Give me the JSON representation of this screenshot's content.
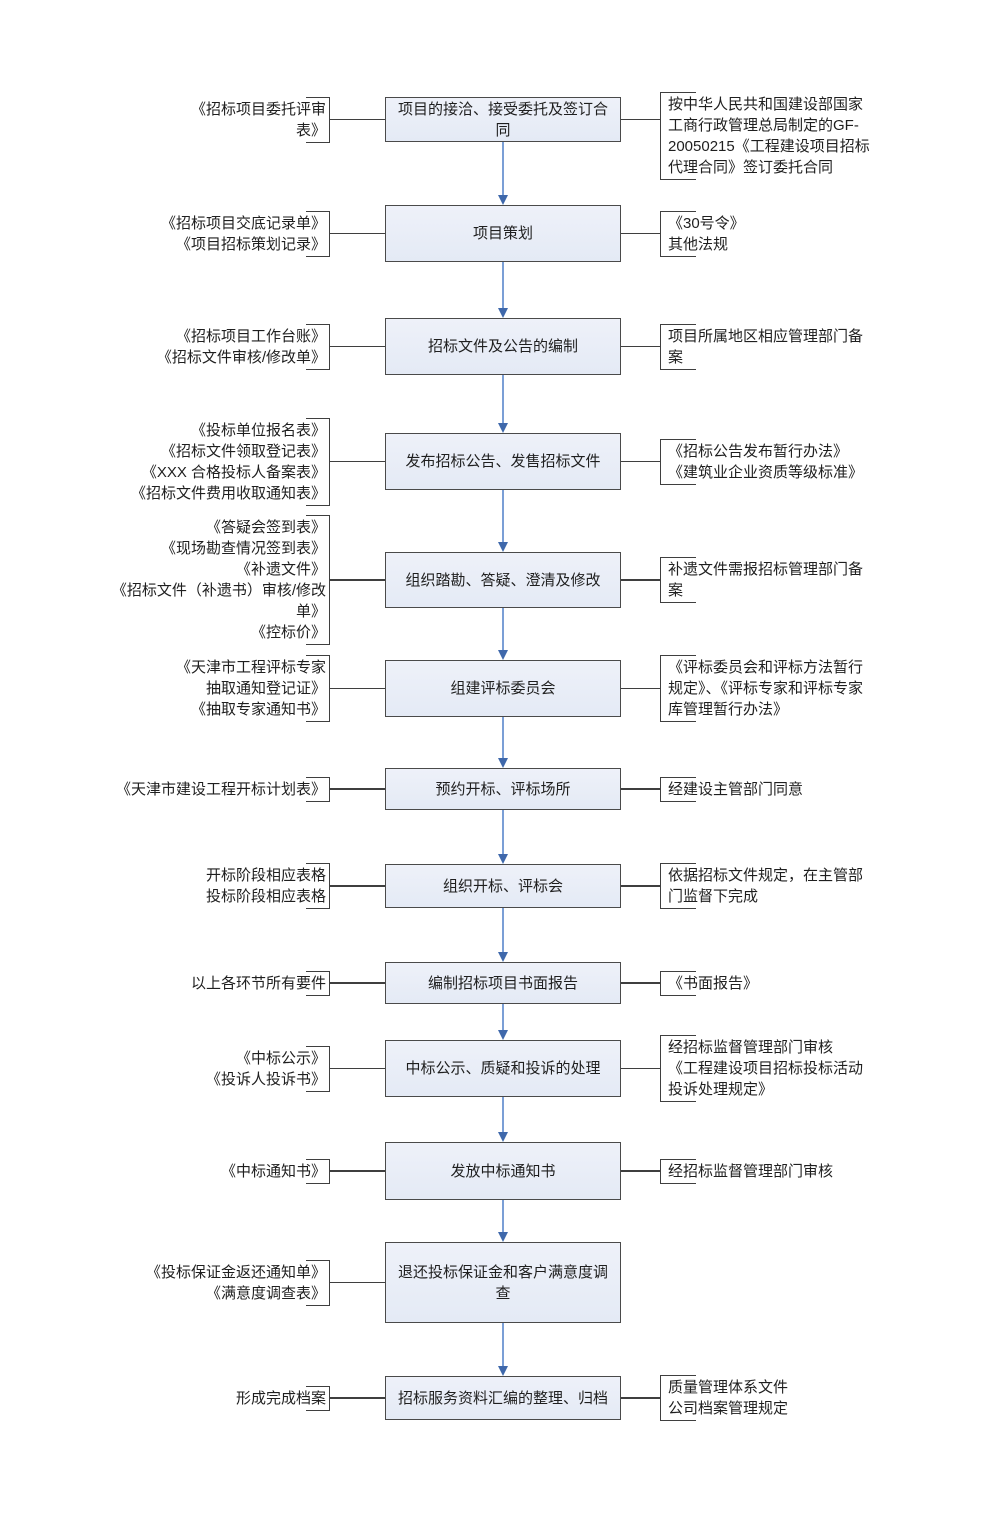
{
  "diagram": {
    "type": "flowchart",
    "title": "",
    "steps": [
      {
        "box": "项目的接洽、接受委托及签订合同",
        "left": "《招标项目委托评审表》",
        "right": "按中华人民共和国建设部国家工商行政管理总局制定的GF-20050215《工程建设项目招标代理合同》签订委托合同"
      },
      {
        "box": "项目策划",
        "left": "《招标项目交底记录单》\n《项目招标策划记录》",
        "right": "《30号令》\n其他法规"
      },
      {
        "box": "招标文件及公告的编制",
        "left": "《招标项目工作台账》\n《招标文件审核/修改单》",
        "right": "项目所属地区相应管理部门备案"
      },
      {
        "box": "发布招标公告、发售招标文件",
        "left": "《投标单位报名表》\n《招标文件领取登记表》\n《XXX 合格投标人备案表》\n《招标文件费用收取通知表》",
        "right": "《招标公告发布暂行办法》\n《建筑业企业资质等级标准》"
      },
      {
        "box": "组织踏勘、答疑、澄清及修改",
        "left": "《答疑会签到表》\n《现场勘查情况签到表》\n《补遗文件》\n《招标文件（补遗书）审核/修改单》\n《控标价》",
        "right": "补遗文件需报招标管理部门备案"
      },
      {
        "box": "组建评标委员会",
        "left": "《天津市工程评标专家抽取通知登记证》\n《抽取专家通知书》",
        "right": "《评标委员会和评标方法暂行规定》、《评标专家和评标专家库管理暂行办法》"
      },
      {
        "box": "预约开标、评标场所",
        "left": "《天津市建设工程开标计划表》",
        "right": "经建设主管部门同意"
      },
      {
        "box": "组织开标、评标会",
        "left": "开标阶段相应表格\n投标阶段相应表格",
        "right": "依据招标文件规定，在主管部门监督下完成"
      },
      {
        "box": "编制招标项目书面报告",
        "left": "以上各环节所有要件",
        "right": "《书面报告》"
      },
      {
        "box": "中标公示、质疑和投诉的处理",
        "left": "《中标公示》\n《投诉人投诉书》",
        "right": "经招标监督管理部门审核\n《工程建设项目招标投标活动投诉处理规定》"
      },
      {
        "box": "发放中标通知书",
        "left": "《中标通知书》",
        "right": "经招标监督管理部门审核"
      },
      {
        "box": "退还投标保证金和客户满意度调查",
        "left": "《投标保证金返还通知单》\n《满意度调查表》",
        "right": ""
      },
      {
        "box": "招标服务资料汇编的整理、归档",
        "left": "形成完成档案",
        "right": "质量管理体系文件\n公司档案管理规定"
      }
    ]
  },
  "colors": {
    "box_fill": "#e4eaf5",
    "box_fill_top": "#eef1f9",
    "box_border": "#4a4a4a",
    "connector_line": "#3f3f3f",
    "arrow_line": "#7b9fd6",
    "arrow_head": "#3f68ab",
    "text": "#1f1f1f",
    "background": "#ffffff"
  }
}
